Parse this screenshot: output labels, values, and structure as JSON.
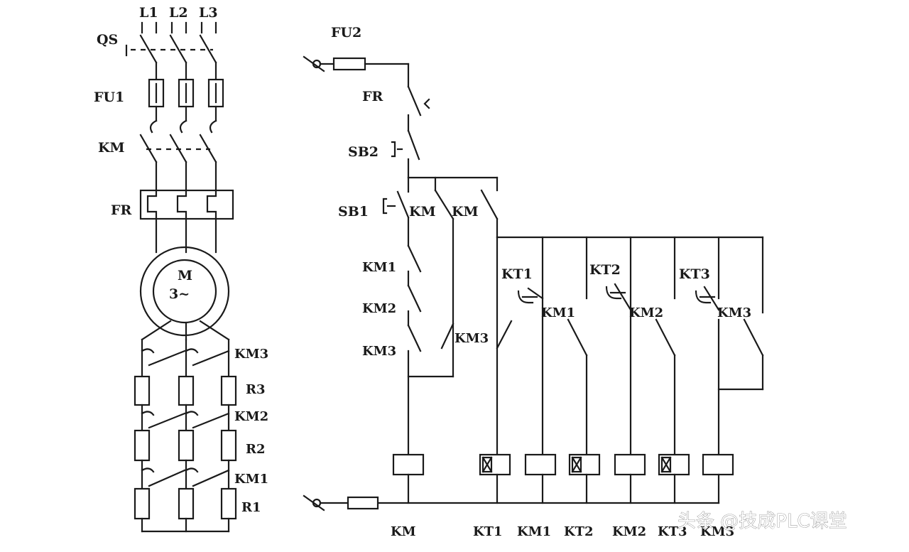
{
  "diagram": {
    "phases": [
      "L1",
      "L2",
      "L3"
    ],
    "power": {
      "qs": "QS",
      "fu1": "FU1",
      "km": "KM",
      "fr": "FR",
      "motor_m": "M",
      "motor_phase": "3~",
      "km3": "KM3",
      "r3": "R3",
      "km2": "KM2",
      "r2": "R2",
      "km1": "KM1",
      "r1": "R1"
    },
    "control": {
      "fu2": "FU2",
      "fr": "FR",
      "sb2": "SB2",
      "sb1": "SB1",
      "km_hold1": "KM",
      "km_hold2": "KM",
      "km1_nc": "KM1",
      "km2_nc": "KM2",
      "km3_nc": "KM3",
      "km3_hold": "KM3",
      "kt1": "KT1",
      "km1_no": "KM1",
      "kt2": "KT2",
      "km2_no": "KM2",
      "kt3": "KT3",
      "km3_no": "KM3"
    },
    "coils": [
      "KM",
      "KT1",
      "KM1",
      "KT2",
      "KM2",
      "KT3",
      "KM3"
    ]
  },
  "watermark": "头条 @技成PLC课堂"
}
